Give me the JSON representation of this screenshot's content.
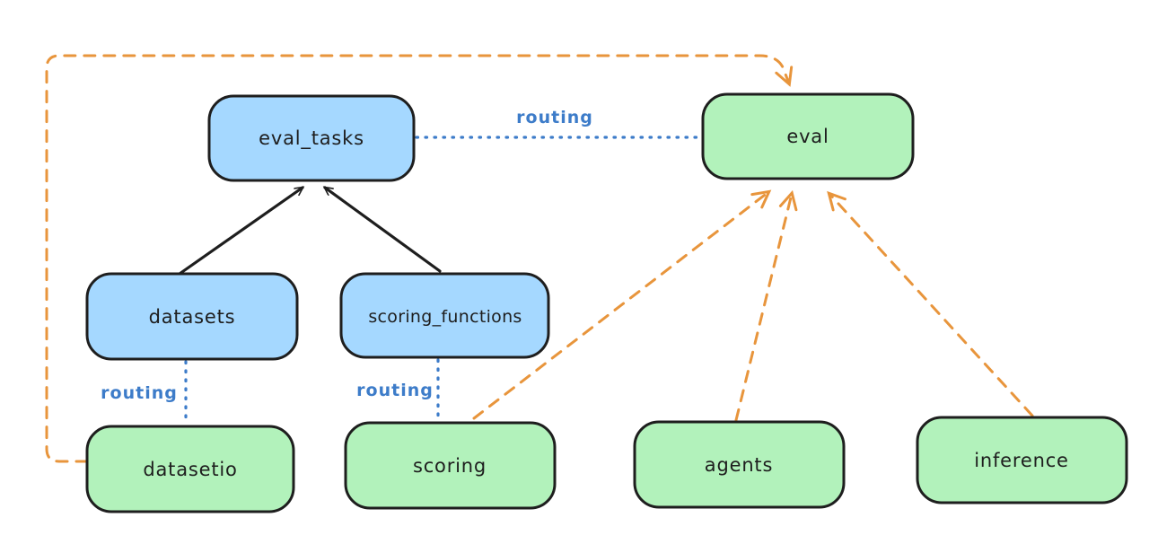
{
  "diagram": {
    "nodes": {
      "eval_tasks": {
        "label": "eval_tasks"
      },
      "eval": {
        "label": "eval"
      },
      "datasets": {
        "label": "datasets"
      },
      "scoring_functions": {
        "label": "scoring_functions"
      },
      "datasetio": {
        "label": "datasetio"
      },
      "scoring": {
        "label": "scoring"
      },
      "agents": {
        "label": "agents"
      },
      "inference": {
        "label": "inference"
      }
    },
    "edge_labels": {
      "eval_tasks_to_eval": "routing",
      "datasets_to_datasetio": "routing",
      "scoring_functions_to_scoring": "routing"
    },
    "colors": {
      "background": "#ffffff",
      "resource_node_fill": "#a5d8ff",
      "api_node_fill": "#b2f2bb",
      "node_stroke": "#1e1e1e",
      "node_text": "#1e1e1e",
      "routing_blue": "#3d7cc9",
      "dependency_orange": "#e8953c",
      "registration_black": "#1e1e1e"
    }
  }
}
